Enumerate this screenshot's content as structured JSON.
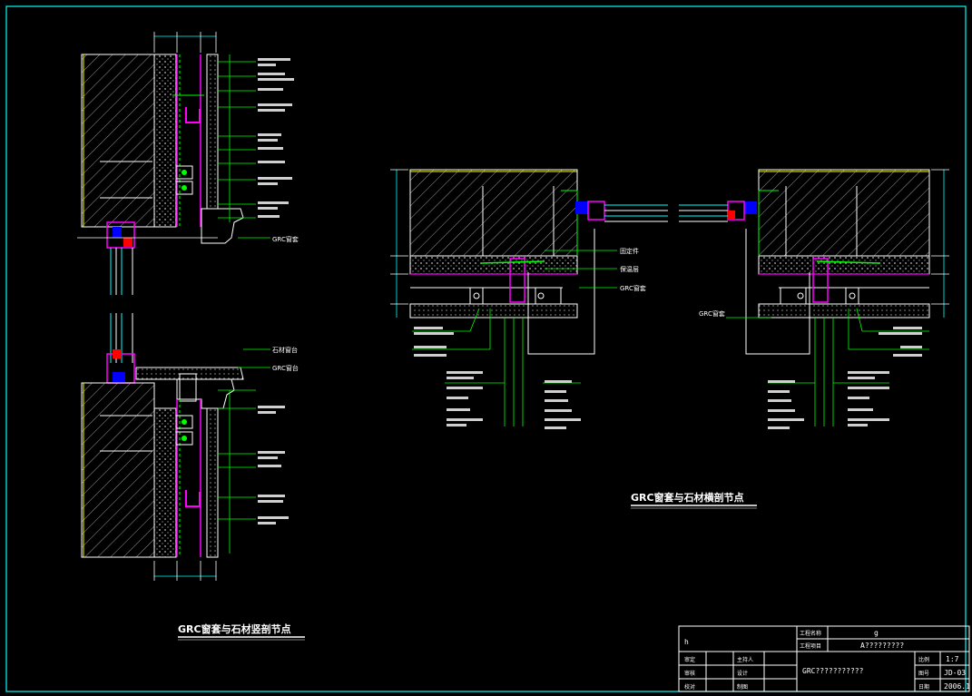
{
  "titles": {
    "vertical": "GRC窗套与石材竖剖节点",
    "horizontal": "GRC窗套与石材横剖节点"
  },
  "title_block": {
    "cell_a": "h",
    "project_label": "工程名称",
    "project_value": "g",
    "item_label": "工程项目",
    "item_value": "A?????????",
    "row_labels": [
      "审定",
      "审核",
      "校对"
    ],
    "role_labels": [
      "主持人",
      "设计",
      "制图"
    ],
    "drawing_name": "GRC???????????",
    "scale_label": "比例",
    "scale_value": "1:7",
    "drawing_no_label": "图号",
    "drawing_no_value": "JD-03",
    "date_label": "日期",
    "date_value": "2006.1"
  },
  "labels": {
    "grc": "GRC窗套",
    "stone_sill": "石材窗台",
    "grc_sill": "GRC窗台",
    "fix_part": "固定件",
    "insulation": "保温层",
    "grc_window_frame": "GRC窗套",
    "grc_frame_left": "GRC窗套"
  },
  "colors": {
    "background": "#000000",
    "border": "#00ffff",
    "lines": "#ffffff",
    "hatch": "#9a9a9a",
    "magenta": "#ff00ff",
    "green": "#00ff00",
    "yellow": "#ffff00",
    "blue": "#0000ff",
    "cyan": "#00ffff",
    "red": "#ff0000",
    "text_leaders": "#00ff00",
    "annotation": "#ffffff"
  }
}
